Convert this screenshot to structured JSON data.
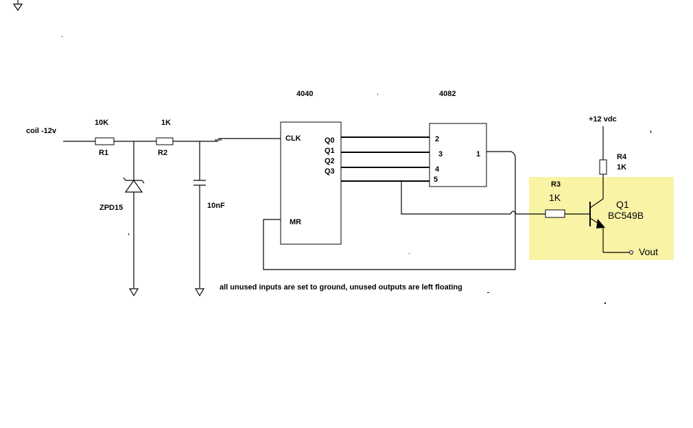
{
  "labels": {
    "input": "coil -12v",
    "r1_value": "10K",
    "r1_ref": "R1",
    "r2_value": "1K",
    "r2_ref": "R2",
    "zener": "ZPD15",
    "cap": "10nF",
    "ic1_name": "4040",
    "ic1_clk": "CLK",
    "ic1_mr": "MR",
    "ic1_q0": "Q0",
    "ic1_q1": "Q1",
    "ic1_q2": "Q2",
    "ic1_q3": "Q3",
    "ic2_name": "4082",
    "ic2_pin2": "2",
    "ic2_pin3": "3",
    "ic2_pin4": "4",
    "ic2_pin5": "5",
    "ic2_pin1": "1",
    "vcc": "+12 vdc",
    "r4_ref": "R4",
    "r4_value": "1K",
    "r3_ref": "R3",
    "r3_value": "1K",
    "q1_ref": "Q1",
    "q1_part": "BC549B",
    "vout": "Vout",
    "note": "all unused inputs are set to ground, unused outputs are left floating"
  },
  "colors": {
    "highlight": "#f9f3a6",
    "line": "#000000",
    "background": "#ffffff"
  }
}
